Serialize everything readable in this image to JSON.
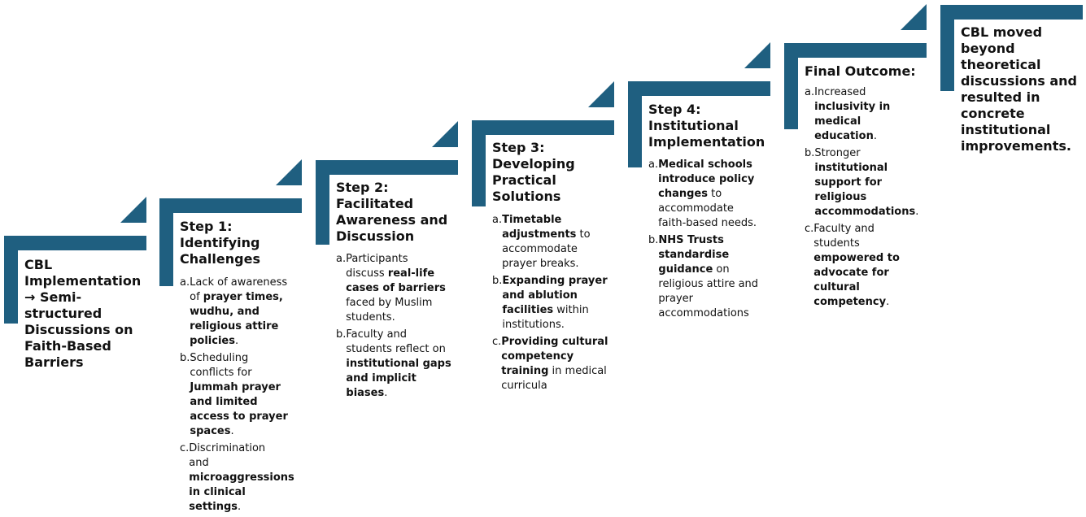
{
  "colors": {
    "accent": "#1f5f80"
  },
  "stages": [
    {
      "heading": [
        "CBL",
        "Implementation",
        "→ Semi-",
        "structured",
        "Discussions on",
        "Faith-Based",
        "Barriers"
      ],
      "items": []
    },
    {
      "heading": [
        "Step 1:",
        "Identifying",
        "Challenges"
      ],
      "items": [
        {
          "label": "a.",
          "lines": [
            [
              {
                "t": "Lack of awareness"
              }
            ],
            [
              {
                "t": "of "
              },
              {
                "t": "prayer times,",
                "b": true
              }
            ],
            [
              {
                "t": "wudhu, and",
                "b": true
              }
            ],
            [
              {
                "t": "religious attire",
                "b": true
              }
            ],
            [
              {
                "t": "policies",
                "b": true
              },
              {
                "t": "."
              }
            ]
          ]
        },
        {
          "label": "b.",
          "lines": [
            [
              {
                "t": "Scheduling"
              }
            ],
            [
              {
                "t": "conflicts for"
              }
            ],
            [
              {
                "t": "Jummah prayer",
                "b": true
              }
            ],
            [
              {
                "t": "and limited",
                "b": true
              }
            ],
            [
              {
                "t": "access to prayer",
                "b": true
              }
            ],
            [
              {
                "t": "spaces",
                "b": true
              },
              {
                "t": "."
              }
            ]
          ]
        },
        {
          "label": "c.",
          "lines": [
            [
              {
                "t": "Discrimination"
              }
            ],
            [
              {
                "t": "and"
              }
            ],
            [
              {
                "t": "microaggressions",
                "b": true
              }
            ],
            [
              {
                "t": "in clinical",
                "b": true
              }
            ],
            [
              {
                "t": "settings",
                "b": true
              },
              {
                "t": "."
              }
            ]
          ]
        }
      ]
    },
    {
      "heading": [
        "Step 2:",
        "Facilitated",
        "Awareness and",
        "Discussion"
      ],
      "items": [
        {
          "label": "a.",
          "lines": [
            [
              {
                "t": "Participants"
              }
            ],
            [
              {
                "t": "discuss "
              },
              {
                "t": "real-life",
                "b": true
              }
            ],
            [
              {
                "t": "cases of barriers",
                "b": true
              }
            ],
            [
              {
                "t": "faced by Muslim"
              }
            ],
            [
              {
                "t": "students."
              }
            ]
          ]
        },
        {
          "label": "b.",
          "lines": [
            [
              {
                "t": "Faculty and"
              }
            ],
            [
              {
                "t": "students reflect on"
              }
            ],
            [
              {
                "t": "institutional gaps",
                "b": true
              }
            ],
            [
              {
                "t": "and implicit",
                "b": true
              }
            ],
            [
              {
                "t": "biases",
                "b": true
              },
              {
                "t": "."
              }
            ]
          ]
        }
      ]
    },
    {
      "heading": [
        "Step 3:",
        "Developing",
        "Practical",
        "Solutions"
      ],
      "items": [
        {
          "label": "a.",
          "lines": [
            [
              {
                "t": "Timetable",
                "b": true
              }
            ],
            [
              {
                "t": "adjustments",
                "b": true
              },
              {
                "t": " to"
              }
            ],
            [
              {
                "t": "accommodate"
              }
            ],
            [
              {
                "t": "prayer breaks."
              }
            ]
          ]
        },
        {
          "label": "b.",
          "lines": [
            [
              {
                "t": "Expanding prayer",
                "b": true
              }
            ],
            [
              {
                "t": "and ablution",
                "b": true
              }
            ],
            [
              {
                "t": "facilities",
                "b": true
              },
              {
                "t": " within"
              }
            ],
            [
              {
                "t": "institutions."
              }
            ]
          ]
        },
        {
          "label": "c.",
          "lines": [
            [
              {
                "t": "Providing cultural",
                "b": true
              }
            ],
            [
              {
                "t": "competency",
                "b": true
              }
            ],
            [
              {
                "t": "training",
                "b": true
              },
              {
                "t": " in medical"
              }
            ],
            [
              {
                "t": "curricula"
              }
            ]
          ]
        }
      ]
    },
    {
      "heading": [
        "Step 4:",
        "Institutional",
        "Implementation"
      ],
      "items": [
        {
          "label": "a.",
          "lines": [
            [
              {
                "t": "Medical schools",
                "b": true
              }
            ],
            [
              {
                "t": "introduce policy",
                "b": true
              }
            ],
            [
              {
                "t": "changes",
                "b": true
              },
              {
                "t": " to"
              }
            ],
            [
              {
                "t": "accommodate"
              }
            ],
            [
              {
                "t": "faith-based needs."
              }
            ]
          ]
        },
        {
          "label": "b.",
          "lines": [
            [
              {
                "t": "NHS Trusts",
                "b": true
              }
            ],
            [
              {
                "t": "standardise",
                "b": true
              }
            ],
            [
              {
                "t": "guidance",
                "b": true
              },
              {
                "t": " on"
              }
            ],
            [
              {
                "t": "religious attire and"
              }
            ],
            [
              {
                "t": "prayer"
              }
            ],
            [
              {
                "t": "accommodations"
              }
            ]
          ]
        }
      ]
    },
    {
      "heading": [
        "Final Outcome:"
      ],
      "items": [
        {
          "label": "a.",
          "lines": [
            [
              {
                "t": "Increased"
              }
            ],
            [
              {
                "t": "inclusivity in",
                "b": true
              }
            ],
            [
              {
                "t": "medical",
                "b": true
              }
            ],
            [
              {
                "t": "education",
                "b": true
              },
              {
                "t": "."
              }
            ]
          ]
        },
        {
          "label": "b.",
          "lines": [
            [
              {
                "t": "Stronger"
              }
            ],
            [
              {
                "t": "institutional",
                "b": true
              }
            ],
            [
              {
                "t": "support for",
                "b": true
              }
            ],
            [
              {
                "t": "religious",
                "b": true
              }
            ],
            [
              {
                "t": "accommodations",
                "b": true
              },
              {
                "t": "."
              }
            ]
          ]
        },
        {
          "label": "c.",
          "lines": [
            [
              {
                "t": "Faculty and"
              }
            ],
            [
              {
                "t": "students"
              }
            ],
            [
              {
                "t": "empowered to",
                "b": true
              }
            ],
            [
              {
                "t": "advocate for",
                "b": true
              }
            ],
            [
              {
                "t": "cultural",
                "b": true
              }
            ],
            [
              {
                "t": "competency",
                "b": true
              },
              {
                "t": "."
              }
            ]
          ]
        }
      ]
    },
    {
      "heading": [
        "CBL moved",
        "beyond",
        "theoretical",
        "discussions and",
        "resulted in",
        "concrete",
        "institutional",
        "improvements."
      ],
      "items": []
    }
  ]
}
